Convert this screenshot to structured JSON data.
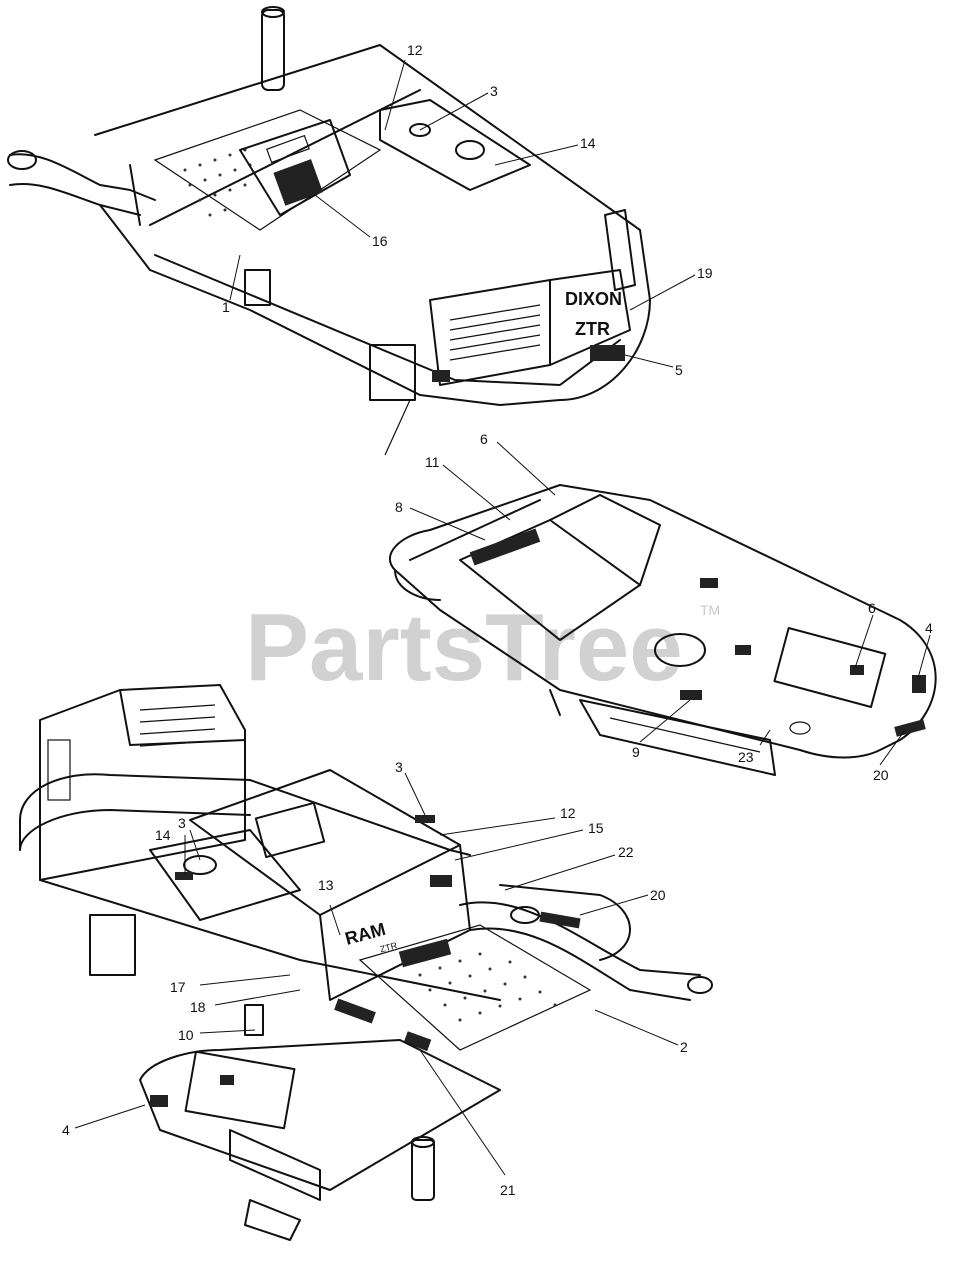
{
  "watermark": {
    "text": "PartsTree",
    "tm": "TM"
  },
  "decals": {
    "front_fender": "DIXON",
    "front_fender_model": "ZTR",
    "console": "RAM",
    "console_sub": "ZTR"
  },
  "callouts": {
    "c1": "1",
    "c2": "2",
    "c3a": "3",
    "c3b": "3",
    "c3c": "3",
    "c4a": "4",
    "c4b": "4",
    "c5": "5",
    "c6a": "6",
    "c6b": "6",
    "c8": "8",
    "c9": "9",
    "c10": "10",
    "c11": "11",
    "c12a": "12",
    "c12b": "12",
    "c13": "13",
    "c14a": "14",
    "c14b": "14",
    "c15": "15",
    "c16": "16",
    "c17": "17",
    "c18": "18",
    "c19": "19",
    "c20a": "20",
    "c20b": "20",
    "c21": "21",
    "c22": "22",
    "c23": "23"
  }
}
